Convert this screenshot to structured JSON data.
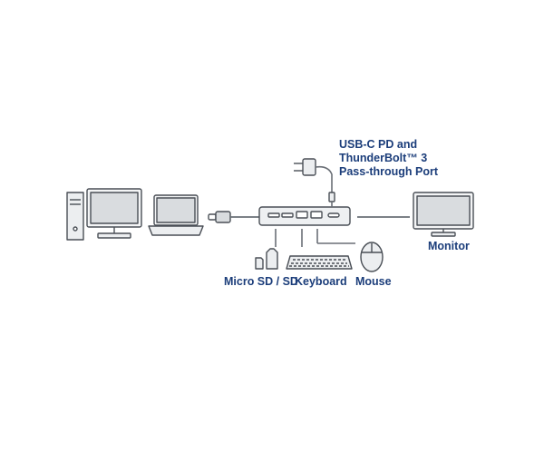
{
  "labels": {
    "port_line1": "USB-C PD and",
    "port_line2": "ThunderBolt™ 3",
    "port_line3": "Pass-through Port",
    "monitor": "Monitor",
    "sd": "Micro SD / SD",
    "keyboard": "Keyboard",
    "mouse": "Mouse"
  },
  "colors": {
    "label": "#1b3d7a",
    "device_stroke": "#4a4f56",
    "device_fill": "#e6e8eb",
    "line": "#6a6f76"
  },
  "icons": [
    "desktop-tower-icon",
    "desktop-monitor-icon",
    "laptop-icon",
    "usb-c-plug-icon",
    "docking-hub-icon",
    "power-adapter-icon",
    "monitor-icon",
    "sd-card-icon",
    "keyboard-icon",
    "mouse-icon"
  ]
}
